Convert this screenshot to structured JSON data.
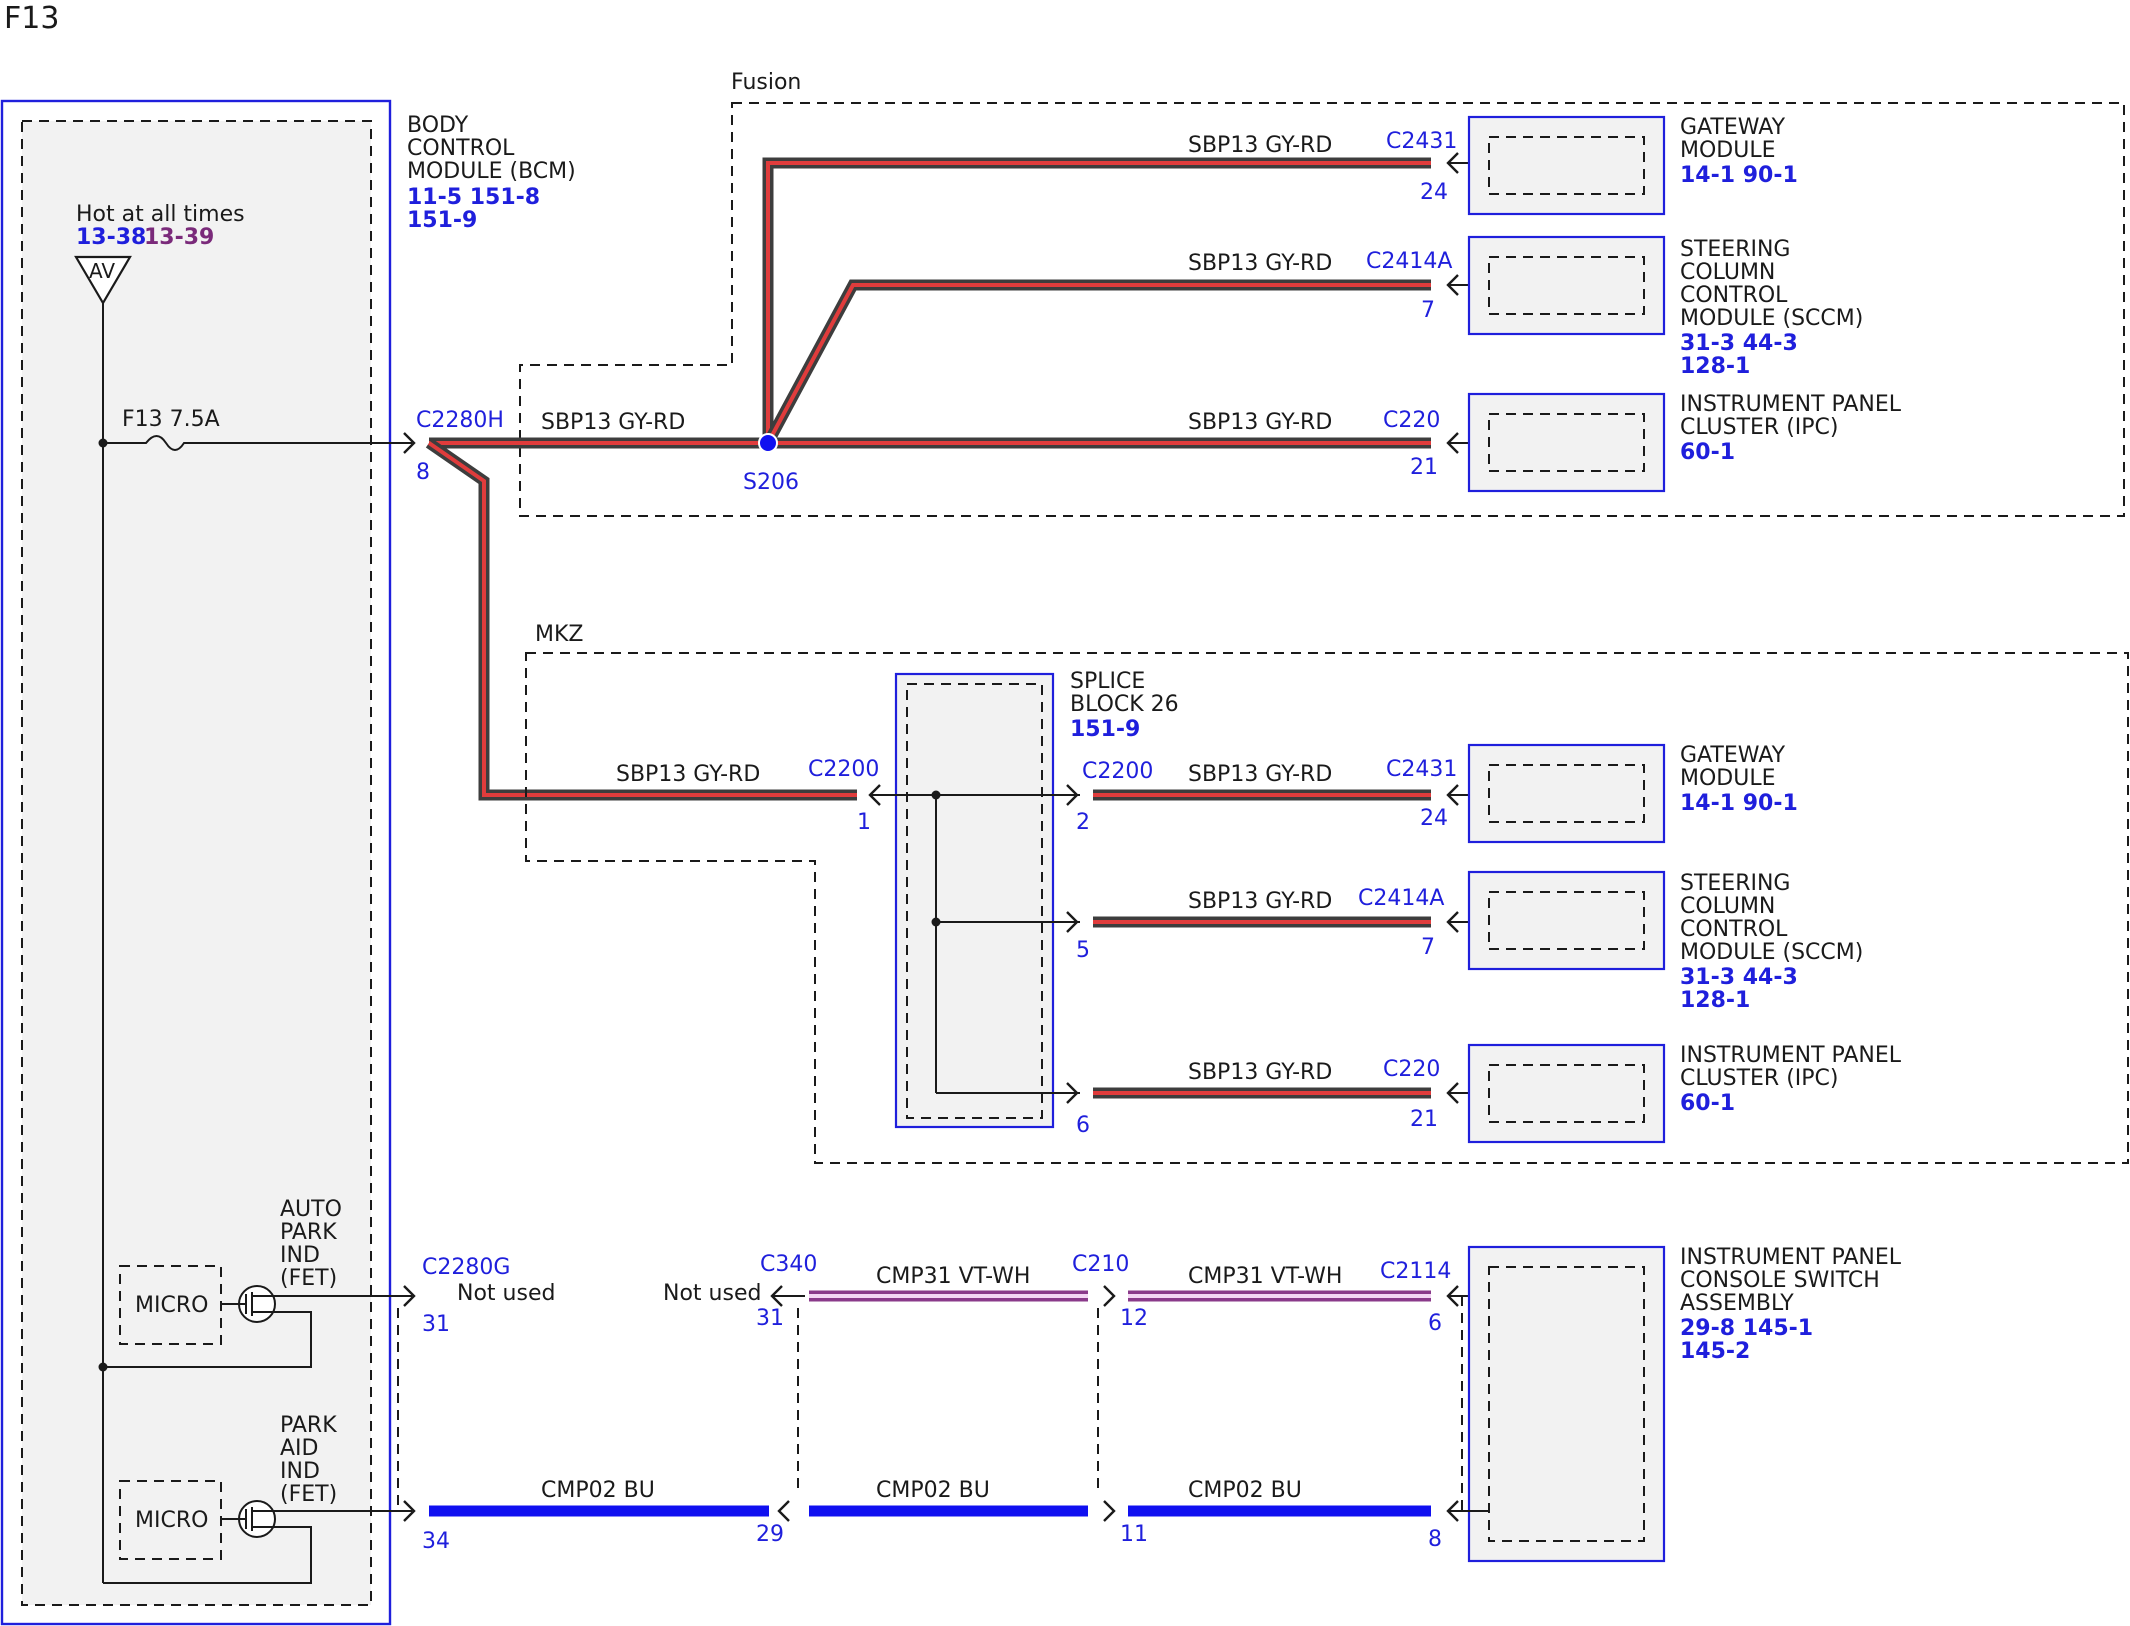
{
  "page_title": "F13",
  "bcm": {
    "lines": [
      "BODY",
      "CONTROL",
      "MODULE (BCM)"
    ],
    "refs1": "11-5  151-8",
    "refs2": "151-9"
  },
  "supply": {
    "label": "Hot at all times",
    "ref_a": "13-38",
    "ref_b": "13-39",
    "av": "AV",
    "fuse": "F13  7.5A"
  },
  "fusion": {
    "label": "Fusion",
    "connector_bcm": "C2280H",
    "pin_bcm": "8",
    "splice": "S206",
    "wire": "SBP13  GY-RD",
    "branches": [
      {
        "connector": "C2431",
        "pin": "24",
        "module_lines": [
          "GATEWAY",
          "MODULE"
        ],
        "refs": [
          "14-1  90-1"
        ]
      },
      {
        "connector": "C2414A",
        "pin": "7",
        "module_lines": [
          "STEERING",
          "COLUMN",
          "CONTROL",
          "MODULE (SCCM)"
        ],
        "refs": [
          "31-3  44-3",
          "128-1"
        ]
      },
      {
        "connector": "C220",
        "pin": "21",
        "module_lines": [
          "INSTRUMENT PANEL",
          "CLUSTER (IPC)"
        ],
        "refs": [
          "60-1"
        ]
      }
    ]
  },
  "mkz": {
    "label": "MKZ",
    "splice_block_lines": [
      "SPLICE",
      "BLOCK 26"
    ],
    "splice_block_ref": "151-9",
    "wire": "SBP13  GY-RD",
    "in_connector": "C2200",
    "in_pin": "1",
    "out_connector": "C2200",
    "branches": [
      {
        "out_pin": "2",
        "connector": "C2431",
        "pin": "24",
        "module_lines": [
          "GATEWAY",
          "MODULE"
        ],
        "refs": [
          "14-1  90-1"
        ]
      },
      {
        "out_pin": "5",
        "connector": "C2414A",
        "pin": "7",
        "module_lines": [
          "STEERING",
          "COLUMN",
          "CONTROL",
          "MODULE (SCCM)"
        ],
        "refs": [
          "31-3  44-3",
          "128-1"
        ]
      },
      {
        "out_pin": "6",
        "connector": "C220",
        "pin": "21",
        "module_lines": [
          "INSTRUMENT PANEL",
          "CLUSTER (IPC)"
        ],
        "refs": [
          "60-1"
        ]
      }
    ]
  },
  "auto_park": {
    "micro": "MICRO",
    "lines": [
      "AUTO",
      "PARK",
      "IND",
      "(FET)"
    ],
    "bcm_connector": "C2280G",
    "bcm_pin": "31",
    "bcm_not_used": "Not used",
    "c340": "C340",
    "c340_pin": "31",
    "c340_not_used": "Not used",
    "wire": "CMP31  VT-WH",
    "c210": "C210",
    "c210_pin": "12",
    "c2114": "C2114",
    "c2114_pin": "6"
  },
  "park_aid": {
    "micro": "MICRO",
    "lines": [
      "PARK",
      "AID",
      "IND",
      "(FET)"
    ],
    "bcm_pin": "34",
    "c340_pin": "29",
    "c210_pin": "11",
    "c2114_pin": "8",
    "wire": "CMP02  BU"
  },
  "ipcsa": {
    "lines": [
      "INSTRUMENT PANEL",
      "CONSOLE SWITCH",
      "ASSEMBLY"
    ],
    "refs": [
      "29-8  145-1",
      "145-2"
    ]
  }
}
